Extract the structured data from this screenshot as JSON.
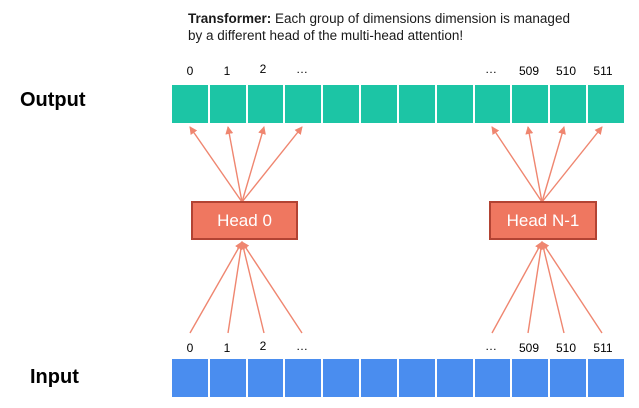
{
  "caption": {
    "bold": "Transformer:",
    "line1": " Each group of dimensions dimension is managed",
    "line2": "by a different head of the multi-head attention!"
  },
  "labels": {
    "output": "Output",
    "input": "Input"
  },
  "ticks": [
    "0",
    "1",
    "2",
    "…",
    "…",
    "509",
    "510",
    "511"
  ],
  "heads": [
    "Head 0",
    "Head N-1"
  ],
  "colors": {
    "output_bar": "#1cc5a5",
    "input_bar": "#4a8def",
    "head_fill": "#ef7760",
    "head_border": "#b24333",
    "arrow": "#ef8670"
  },
  "cells_per_bar": 12
}
